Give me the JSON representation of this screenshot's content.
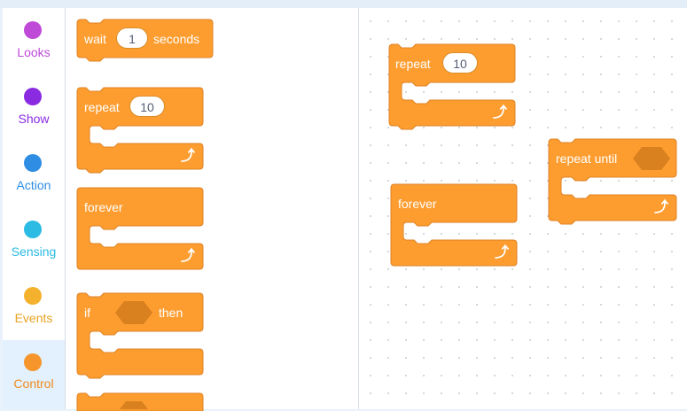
{
  "categories": [
    {
      "label": "Looks",
      "color": "#bf4ad8"
    },
    {
      "label": "Show",
      "color": "#8a2be2"
    },
    {
      "label": "Action",
      "color": "#2f8de4"
    },
    {
      "label": "Sensing",
      "color": "#2bbbe3"
    },
    {
      "label": "Events",
      "color": "#f4a41d"
    },
    {
      "label": "Control",
      "color": "#f5952b",
      "selected": true
    }
  ],
  "block_color": "#fd9d30",
  "block_border": "#df8224",
  "condition_color": "#d9801f",
  "flyout": {
    "wait": {
      "label": "wait",
      "value": "1",
      "suffix": "seconds"
    },
    "repeat": {
      "label": "repeat",
      "value": "10"
    },
    "forever": {
      "label": "forever"
    },
    "if_then": {
      "label": "if",
      "suffix": "then"
    }
  },
  "workspace": {
    "repeat": {
      "label": "repeat",
      "value": "10"
    },
    "forever": {
      "label": "forever"
    },
    "repeat_until": {
      "label": "repeat until"
    }
  },
  "loop_arrow_icon": "loop-arrow-icon"
}
